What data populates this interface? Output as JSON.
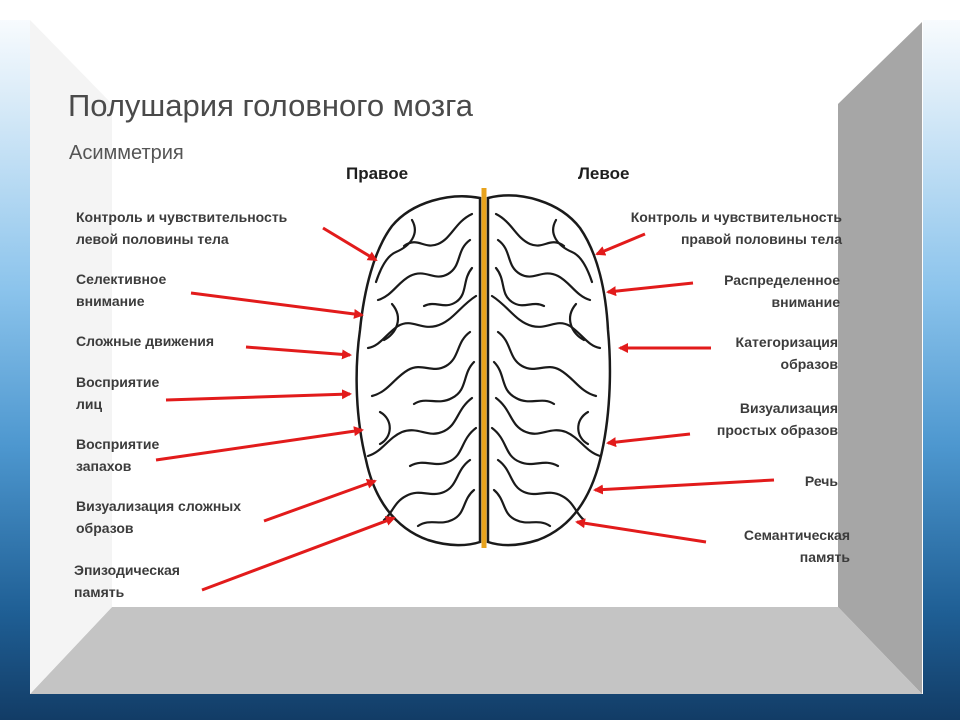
{
  "slide": {
    "title": "Полушария головного мозга",
    "subtitle": "Асимметрия"
  },
  "hemispheres": {
    "right": "Правое",
    "left": "Левое"
  },
  "right_functions": [
    "Контроль и чувствительность левой половины тела",
    "Селективное внимание",
    "Сложные движения",
    "Восприятие лиц",
    "Восприятие запахов",
    "Визуализация сложных образов",
    "Эпизодическая память"
  ],
  "left_functions": [
    "Контроль и чувствительность правой половины тела",
    "Распределенное внимание",
    "Категоризация образов",
    "Визуализация простых образов",
    "Речь",
    "Семантическая память"
  ],
  "colors": {
    "arrow": "#e21b1b",
    "divider": "#e8a31d",
    "brain_outline": "#1a1a1a",
    "frame_right": "#a6a6a6",
    "frame_bottom": "#c4c4c4"
  }
}
